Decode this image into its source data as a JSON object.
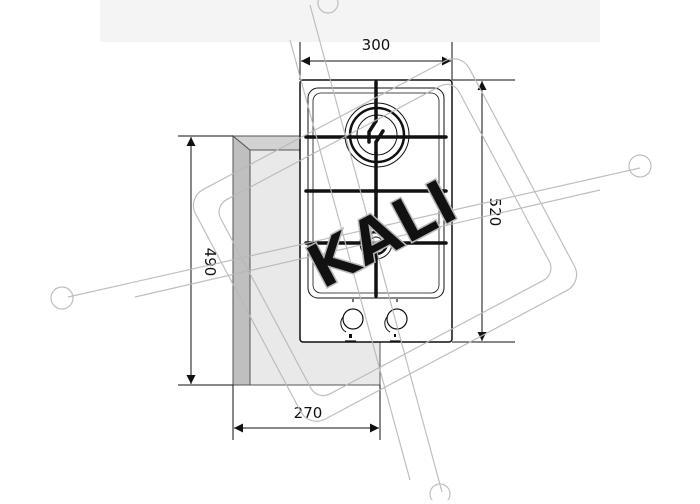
{
  "dimensions": {
    "hob_width": "300",
    "hob_depth": "520",
    "cutout_depth": "490",
    "cutout_width": "270"
  },
  "watermark": {
    "text": "KALI"
  },
  "colors": {
    "line": "#111111",
    "grate": "#111111",
    "cabinet_face": "#e9e9e9",
    "cabinet_side": "#bfbfbf",
    "watermark": "#b8b8b8",
    "top_band": "#f4f4f4"
  }
}
